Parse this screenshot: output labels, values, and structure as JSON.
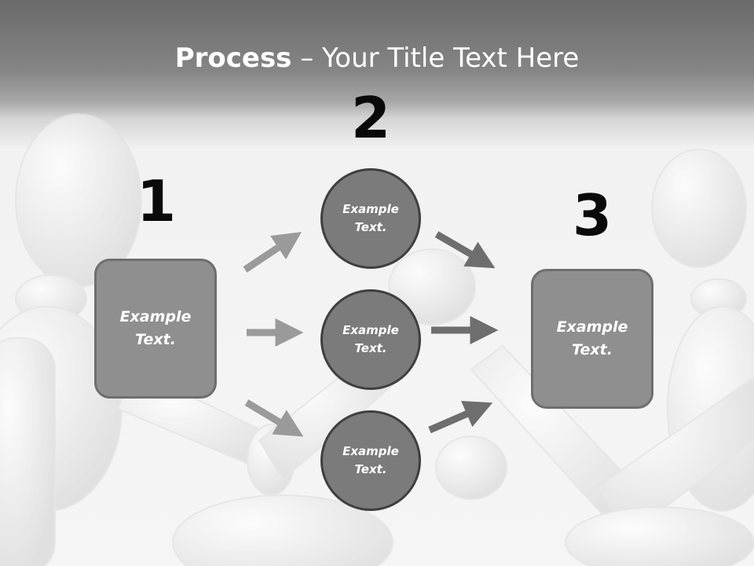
{
  "title": {
    "bold": "Process",
    "rest": " – Your Title Text Here"
  },
  "steps": [
    {
      "number": "1"
    },
    {
      "number": "2"
    },
    {
      "number": "3"
    }
  ],
  "left_box": {
    "label": "Example\nText."
  },
  "right_box": {
    "label": "Example\nText."
  },
  "circles": [
    {
      "label": "Example\nText."
    },
    {
      "label": "Example\nText."
    },
    {
      "label": "Example\nText."
    }
  ]
}
